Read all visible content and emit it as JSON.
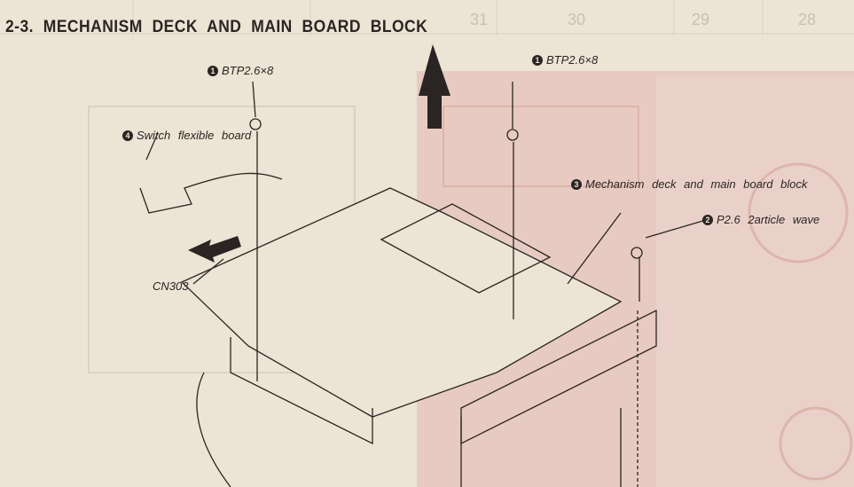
{
  "heading": "2-3.  MECHANISM DECK AND MAIN BOARD BLOCK",
  "background_columns": [
    "31",
    "30",
    "29",
    "28"
  ],
  "labels": [
    {
      "num": "1",
      "text": "BTP2.6×8"
    },
    {
      "num": "1",
      "text": "BTP2.6×8"
    },
    {
      "num": "4",
      "text": "Switch flexible board"
    },
    {
      "num": "3",
      "text": "Mechanism deck and main board block"
    },
    {
      "num": "2",
      "text": "P2.6 2article wave"
    },
    {
      "num": "",
      "text": "CN303"
    }
  ],
  "colors": {
    "paper": "#ece4d4",
    "ink": "#2a2523",
    "pcb": "#e6c4bd"
  }
}
